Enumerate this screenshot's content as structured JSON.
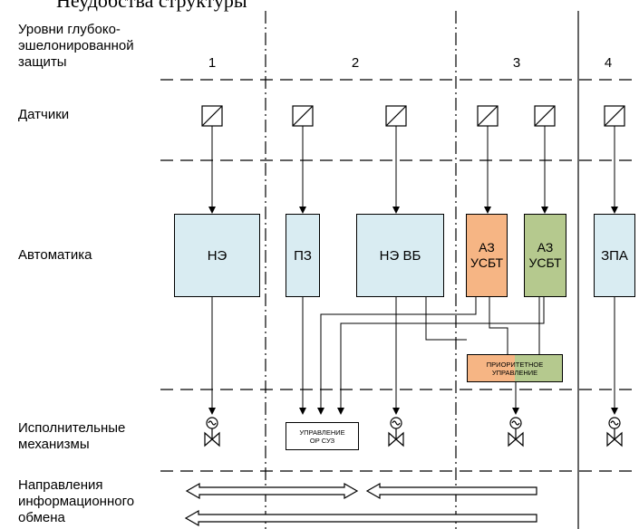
{
  "top_fragment": "Неудобства структуры",
  "rows": {
    "levels": "Уровни глубоко-\nэшелонированной\nзащиты",
    "sensors": "Датчики",
    "automation": "Автоматика",
    "actuators": "Исполнительные\nмеханизмы",
    "info": "Направления\nинформационного\nобмена"
  },
  "levels": [
    "1",
    "2",
    "3",
    "4"
  ],
  "automation_blocks": {
    "ne": "НЭ",
    "pz": "ПЗ",
    "ne_vb": "НЭ ВБ",
    "az_usbt_1": "АЗ\nУСБТ",
    "az_usbt_2": "АЗ\nУСБТ",
    "zpa": "ЗПА"
  },
  "priority_block": "ПРИОРИТЕТНОЕ\nУПРАВЛЕНИЕ",
  "control_block": "УПРАВЛЕНИЕ\nОР СУЗ",
  "colors": {
    "blue_block": "#d9ecf2",
    "orange_block": "#f6b584",
    "green_block": "#b5c98e"
  },
  "icons": [
    "sensor-icon",
    "valve-actuator-icon",
    "double-arrow-icon",
    "left-arrow-icon"
  ]
}
